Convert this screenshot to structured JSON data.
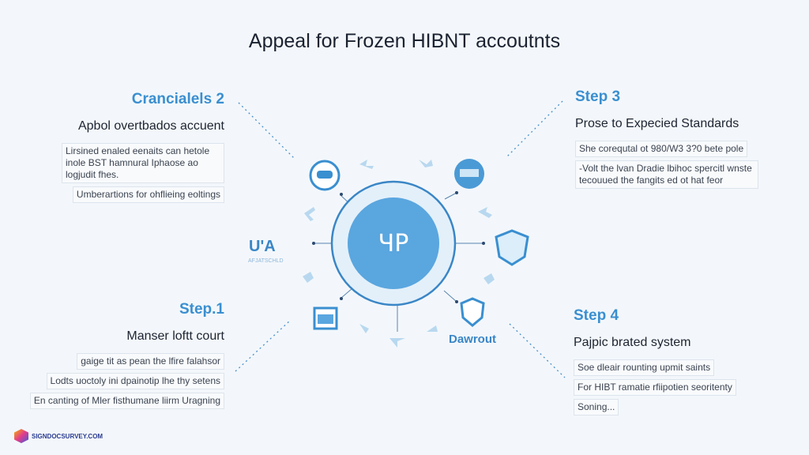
{
  "title": "Appeal for Frozen HIBNT accoutnts",
  "steps": [
    {
      "label": "Crancialels 2",
      "subtitle": "Apbol overtbados accuent",
      "notes": [
        "Lirsined enaled eenaits can hetole inole BST hamnural Iphaose ao logjudit fhes.",
        "Umberartions for ohflieing eoltings"
      ]
    },
    {
      "label": "Step 3",
      "subtitle": "Prose to Expecied Standards",
      "notes": [
        "She corequtal ot 980/W3 3?0 bete pole",
        "-Volt the lvan Dradie lbihoc spercitl wnste tecouued the fangits ed ot hat feor"
      ]
    },
    {
      "label": "Step.1",
      "subtitle": "Manser loftt court",
      "notes": [
        "gaige tit as pean the lfire falahsor",
        "Lodts uoctoly ini dpainotip lhe thy setens",
        "En canting of Mler fisthumane liirm Uragning"
      ]
    },
    {
      "label": "Step 4",
      "subtitle": "Pajpic brated system",
      "notes": [
        "Soe dleair rounting upmit saints",
        "For HIBT ramatie rfiipotien seoritenty",
        "Soning..."
      ]
    }
  ],
  "diagram": {
    "center_glyph": "ЧР",
    "left_icon_text": "U'A",
    "left_icon_subtext": "AFJATSCHLD",
    "shield_label": "Dawrout",
    "accent": "#3a8fd0",
    "center_fill": "#5aa6df"
  },
  "footer": {
    "logo_text": "SIGNDOCSURVEY.COM"
  }
}
